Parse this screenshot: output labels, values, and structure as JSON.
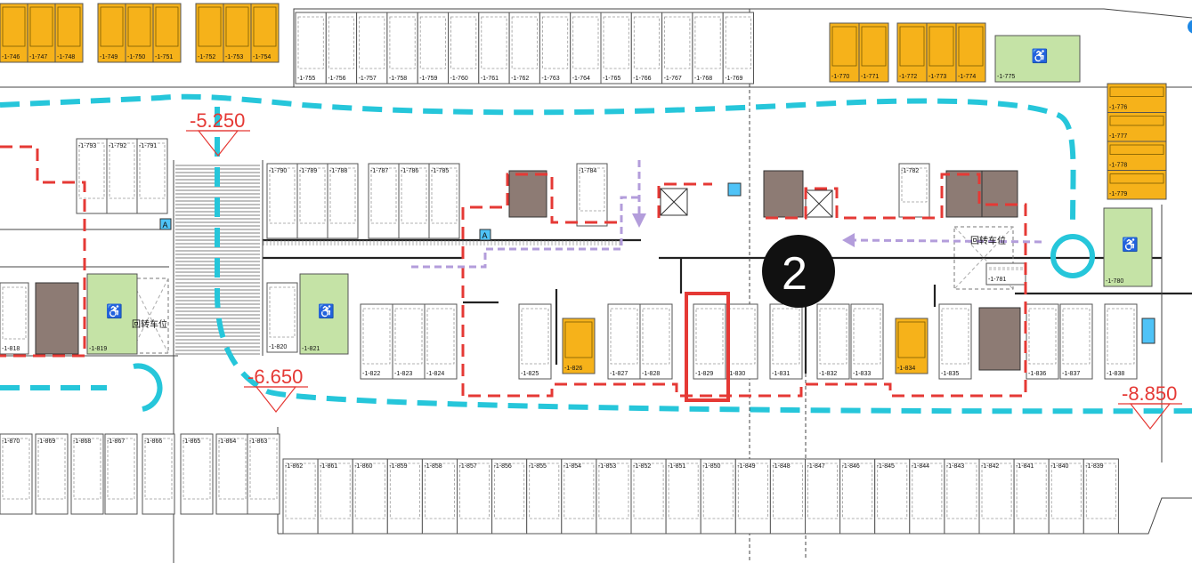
{
  "colors": {
    "route": "#26c6da",
    "zone": "#e53935",
    "walkway": "#b39ddb",
    "highlight": "#e53935",
    "charging": "#f6b21a",
    "accessible": "#c5e3a6",
    "core": "#8d7b74",
    "marker_bg": "#111111",
    "marker_text": "#ffffff"
  },
  "zone_marker": {
    "label": "2"
  },
  "elevations": [
    {
      "id": "a",
      "label": "-5.250"
    },
    {
      "id": "b",
      "label": "-6.650"
    },
    {
      "id": "c",
      "label": "-8.850"
    }
  ],
  "turning_bay_labels": [
    "回转车位",
    "回转车位"
  ],
  "slots": {
    "top_left": [
      "-1-746",
      "-1-747",
      "-1-748",
      "-1-749",
      "-1-750",
      "-1-751",
      "-1-752",
      "-1-753",
      "-1-754"
    ],
    "top_row": [
      "-1-755",
      "-1-756",
      "-1-757",
      "-1-758",
      "-1-759",
      "-1-760",
      "-1-761",
      "-1-762",
      "-1-763",
      "-1-764",
      "-1-765",
      "-1-766",
      "-1-767",
      "-1-768",
      "-1-769"
    ],
    "top_yellow": [
      "-1-770",
      "-1-771",
      "-1-772",
      "-1-773",
      "-1-774"
    ],
    "top_accessible": "-1-775",
    "right_column": [
      "-1-776",
      "-1-777",
      "-1-778",
      "-1-779"
    ],
    "right_accessible": "-1-780",
    "right_small": "-1-781",
    "mid_left": [
      "-1-793",
      "-1-792",
      "-1-791"
    ],
    "mid_upper": [
      "-1-790",
      "-1-789",
      "-1-788",
      "-1-787",
      "-1-786",
      "-1-785"
    ],
    "mid_single_a": "-1-784",
    "mid_single_b": "-1-782",
    "left_edge": "-1-818",
    "accessible_819": "-1-819",
    "slot_820": "-1-820",
    "accessible_821": "-1-821",
    "lower_row": [
      "-1-822",
      "-1-823",
      "-1-824",
      "-1-825",
      "-1-826",
      "-1-827",
      "-1-828",
      "-1-829",
      "-1-830",
      "-1-831",
      "-1-832",
      "-1-833",
      "-1-834",
      "-1-835",
      "-1-836",
      "-1-837",
      "-1-838"
    ],
    "bottom_left": [
      "-1-870",
      "-1-869",
      "-1-868",
      "-1-867",
      "-1-866",
      "-1-865",
      "-1-864",
      "-1-863"
    ],
    "bottom_row": [
      "-1-862",
      "-1-861",
      "-1-860",
      "-1-859",
      "-1-858",
      "-1-857",
      "-1-856",
      "-1-855",
      "-1-854",
      "-1-853",
      "-1-852",
      "-1-851",
      "-1-850",
      "-1-849",
      "-1-848",
      "-1-847",
      "-1-846",
      "-1-845",
      "-1-844",
      "-1-843",
      "-1-842",
      "-1-841",
      "-1-840",
      "-1-839"
    ]
  },
  "highlighted_slot": "-1-829"
}
